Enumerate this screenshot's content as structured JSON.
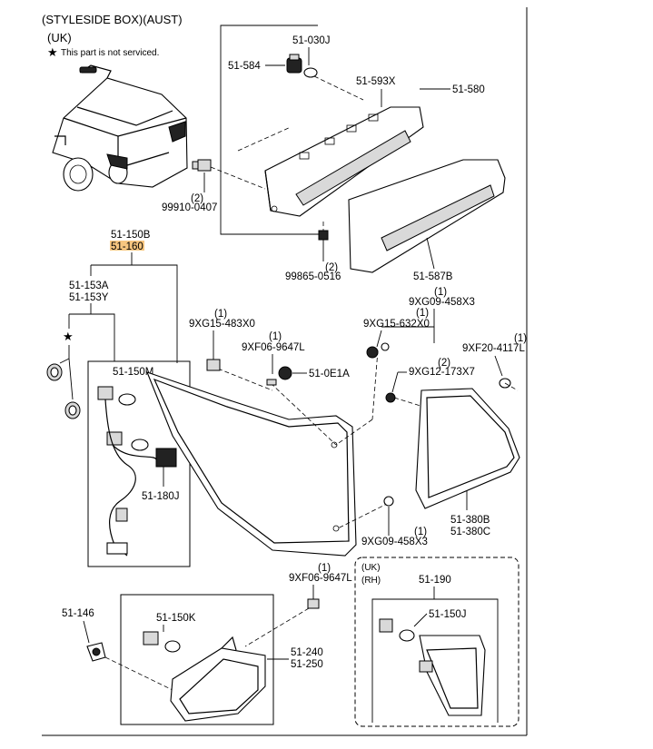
{
  "header": {
    "title": "(STYLESIDE BOX)(AUST)",
    "region": "(UK)",
    "star_symbol": "★",
    "legend_note": "This part is not serviced."
  },
  "highlight_color": "#f7c680",
  "labels": {
    "p51_030J": "51-030J",
    "p51_584": "51-584",
    "p51_593X": "51-593X",
    "p51_580": "51-580",
    "p99910_0407": "99910-0407",
    "q99910": "(2)",
    "p99865_0516": "99865-0516",
    "q99865": "(2)",
    "p51_587B": "51-587B",
    "p51_150B": "51-150B",
    "p51_160": "51-160",
    "p51_153A": "51-153A",
    "p51_153Y": "51-153Y",
    "p51_150M": "51-150M",
    "p51_180J": "51-180J",
    "p9XG15_483X0": "9XG15-483X0",
    "q9XG15_483X0": "(1)",
    "p9XF06_9647L_a": "9XF06-9647L",
    "q9XF06_9647L_a": "(1)",
    "p51_0E1A": "51-0E1A",
    "p9XG09_458X3_a": "9XG09-458X3",
    "q9XG09_458X3_a": "(1)",
    "p9XG15_632X0": "9XG15-632X0",
    "q9XG15_632X0": "(1)",
    "p9XF20_4117L": "9XF20-4117L",
    "q9XF20_4117L": "(1)",
    "p9XG12_173X7": "9XG12-173X7",
    "q9XG12_173X7": "(2)",
    "p51_380B": "51-380B",
    "p51_380C": "51-380C",
    "p9XG09_458X3_b": "9XG09-458X3",
    "q9XG09_458X3_b": "(1)",
    "p9XF06_9647L_b": "9XF06-9647L",
    "q9XF06_9647L_b": "(1)",
    "p51_146": "51-146",
    "p51_150K": "51-150K",
    "p51_240": "51-240",
    "p51_250": "51-250",
    "uk_note": "(UK)",
    "rh_note": "(RH)",
    "p51_190": "51-190",
    "p51_150J": "51-150J"
  }
}
